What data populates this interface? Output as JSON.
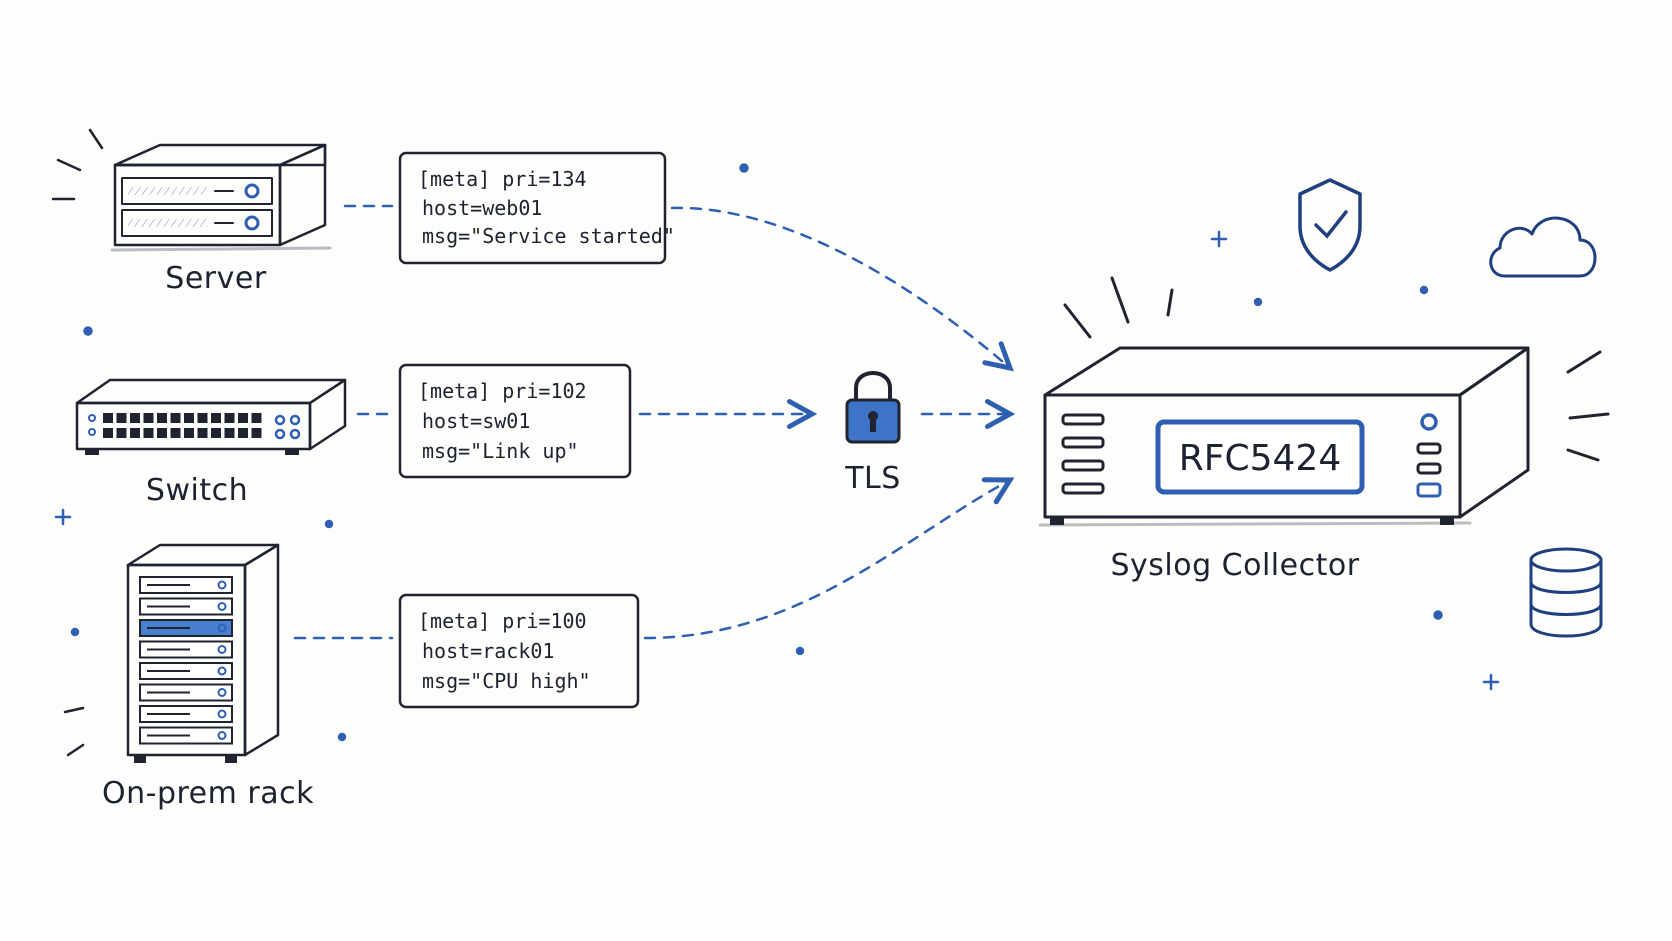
{
  "sources": [
    {
      "label": "Server",
      "log": {
        "line1": "[meta] pri=134",
        "line2": "host=web01",
        "line3": "msg=\"Service started\""
      }
    },
    {
      "label": "Switch",
      "log": {
        "line1": "[meta] pri=102",
        "line2": "host=sw01",
        "line3": "msg=\"Link up\""
      }
    },
    {
      "label": "On-prem rack",
      "log": {
        "line1": "[meta] pri=100",
        "line2": "host=rack01",
        "line3": "msg=\"CPU high\""
      }
    }
  ],
  "transport": {
    "label": "TLS",
    "icon": "lock-icon"
  },
  "collector": {
    "label": "Syslog Collector",
    "display": "RFC5424"
  },
  "decorations": [
    "shield-check-icon",
    "cloud-icon",
    "database-icon"
  ],
  "colors": {
    "accent": "#2f5fb3",
    "ink": "#1f2430",
    "background": "#fdfdfc"
  }
}
